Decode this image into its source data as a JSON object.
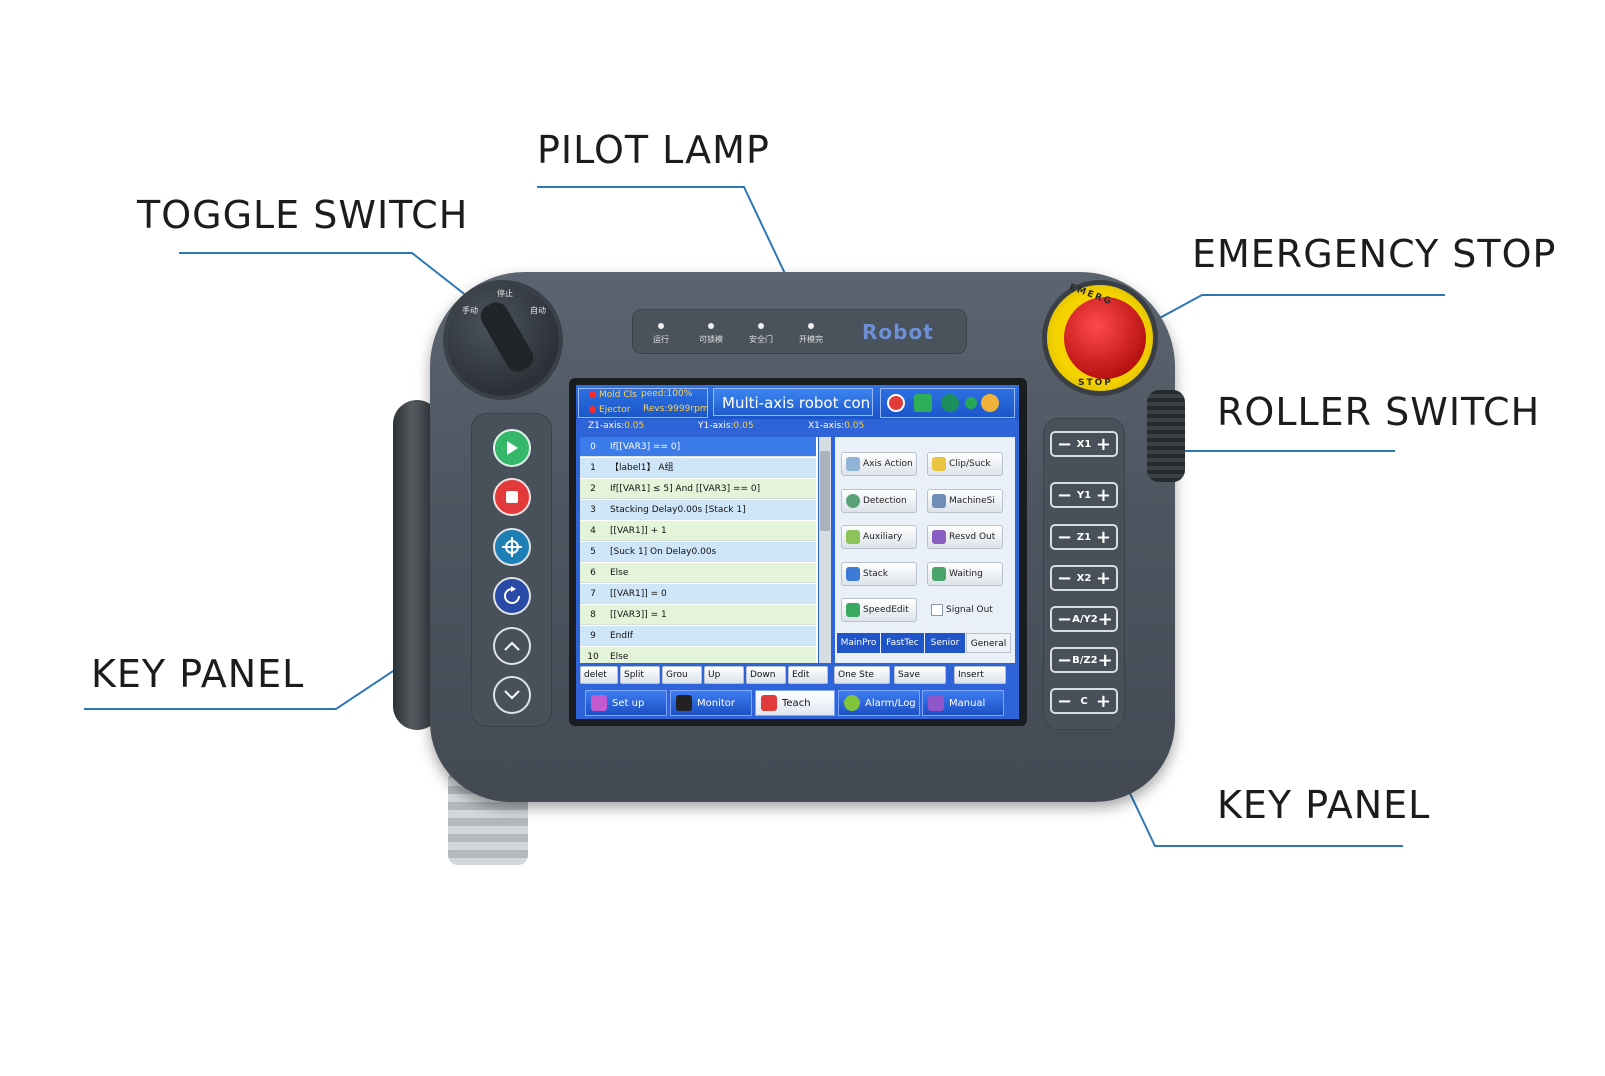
{
  "callouts": {
    "pilot_lamp": "PILOT LAMP",
    "toggle_switch": "TOGGLE SWITCH",
    "emergency_stop": "EMERGENCY STOP",
    "roller_switch": "ROLLER SWITCH",
    "key_panel_left": "KEY PANEL",
    "key_panel_right": "KEY PANEL"
  },
  "knob_labels": [
    "手动",
    "停止",
    "自动"
  ],
  "lamps": [
    "运行",
    "可锁模",
    "安全门",
    "开模完"
  ],
  "brand": "Robot",
  "estop_text": {
    "top": "EMERG",
    "bottom": "STOP"
  },
  "axis_keys": [
    "X1",
    "Y1",
    "Z1",
    "X2",
    "A/Y2",
    "B/Z2",
    "C"
  ],
  "screen": {
    "status": {
      "mold": "Mold Cls",
      "speed": "peed:100%",
      "ejector": "Ejector",
      "revs": "Revs:9999rpm"
    },
    "title": "Multi-axis robot con",
    "axis_readout": [
      {
        "label": "Z1-axis:",
        "value": "0.05"
      },
      {
        "label": "Y1-axis:",
        "value": "0.05"
      },
      {
        "label": "X1-axis:",
        "value": "0.05"
      }
    ],
    "program": [
      {
        "n": "0",
        "text": "If[[VAR3] == 0]"
      },
      {
        "n": "1",
        "text": "【label1】 A组"
      },
      {
        "n": "2",
        "text": "If[[VAR1] ≤ 5] And [[VAR3] == 0]"
      },
      {
        "n": "3",
        "text": "Stacking Delay0.00s [Stack 1]"
      },
      {
        "n": "4",
        "text": "[[VAR1]] + 1"
      },
      {
        "n": "5",
        "text": "[Suck 1] On Delay0.00s"
      },
      {
        "n": "6",
        "text": "Else"
      },
      {
        "n": "7",
        "text": "[[VAR1]] = 0"
      },
      {
        "n": "8",
        "text": "[[VAR3]] = 1"
      },
      {
        "n": "9",
        "text": "EndIf"
      },
      {
        "n": "10",
        "text": "Else"
      }
    ],
    "function_buttons": [
      "Axis Action",
      "Clip/Suck",
      "Detection",
      "MachineSi",
      "Auxiliary",
      "Resvd Out",
      "Stack",
      "Waiting",
      "SpeedEdit",
      "Signal Out"
    ],
    "tabs": [
      "MainPro",
      "FastTec",
      "Senior",
      "General"
    ],
    "edit_buttons": [
      "delet",
      "Split",
      "Grou",
      "Up",
      "Down",
      "Edit",
      "One Ste",
      "Save",
      "Insert"
    ],
    "nav": [
      "Set up",
      "Monitor",
      "Teach",
      "Alarm/Log",
      "Manual"
    ]
  }
}
